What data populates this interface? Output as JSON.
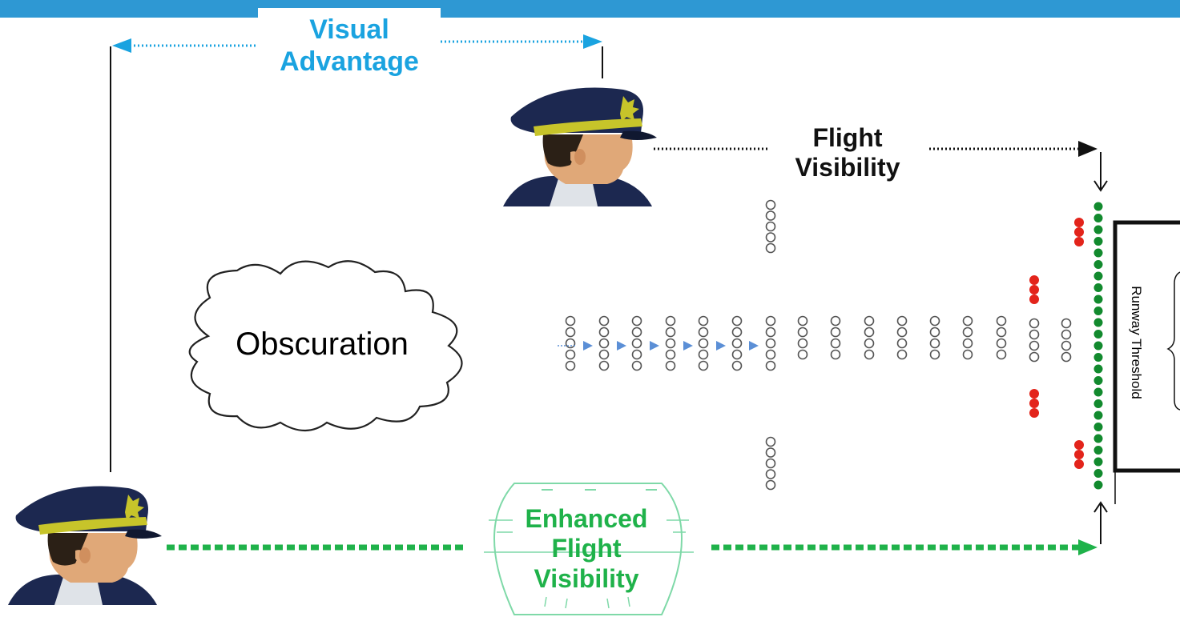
{
  "labels": {
    "visual_advantage": [
      "Visual",
      "Advantage"
    ],
    "flight_visibility": [
      "Flight",
      "Visibility"
    ],
    "obscuration": "Obscuration",
    "enhanced_flight_visibility": [
      "Enhanced",
      "Flight",
      "Visibility"
    ],
    "runway_threshold": "Runway Threshold"
  },
  "colors": {
    "top_bar": "#2e98d3",
    "visual_advantage": "#1aa3e0",
    "flight_visibility": "#111111",
    "enhanced": "#1fb24a",
    "hud_line": "#7fd9a8",
    "threshold_light": "#128a2e",
    "red_light": "#e3241b",
    "approach_light": "#555555",
    "blue_arrow": "#5b8fd6",
    "cap": "#1c2850",
    "cap_band": "#c7c42a",
    "skin": "#e0a878",
    "hair": "#2b2016",
    "collar": "#dfe3e8"
  },
  "icons": [
    "pilot-icon",
    "cloud-icon",
    "hud-icon",
    "arrow-icon"
  ]
}
